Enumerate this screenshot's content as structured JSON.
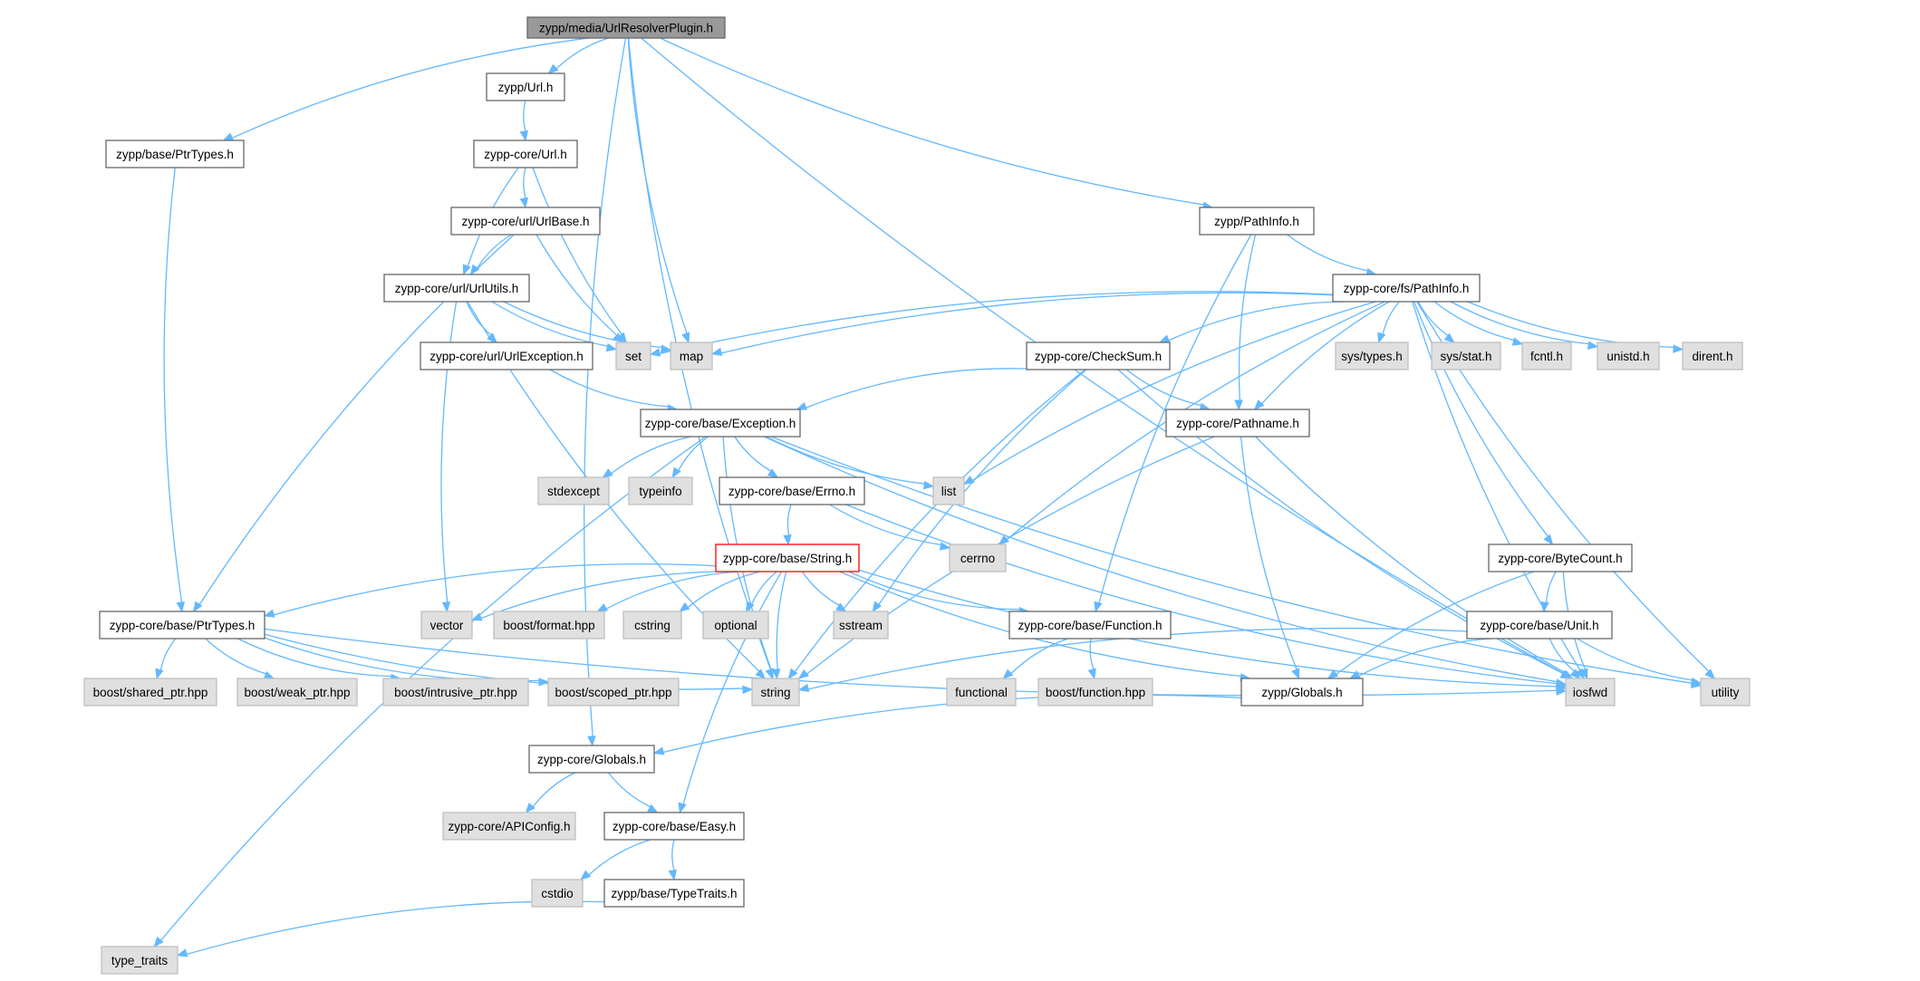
{
  "colors": {
    "edge": "#63b8ff",
    "root_fill": "#999999",
    "root_border": "#666666",
    "header_fill": "#ffffff",
    "header_border": "#666666",
    "system_fill": "#e0e0e0",
    "system_border": "#bfbfbf",
    "missing_border": "#ff0000",
    "text": "#000000"
  },
  "nodes": [
    {
      "id": "root",
      "label": "zypp/media/UrlResolverPlugin.h",
      "kind": "root"
    },
    {
      "id": "url",
      "label": "zypp/Url.h",
      "kind": "header"
    },
    {
      "id": "ptrtypes_base",
      "label": "zypp/base/PtrTypes.h",
      "kind": "header"
    },
    {
      "id": "core_url",
      "label": "zypp-core/Url.h",
      "kind": "header"
    },
    {
      "id": "pathinfo",
      "label": "zypp/PathInfo.h",
      "kind": "header"
    },
    {
      "id": "urlbase",
      "label": "zypp-core/url/UrlBase.h",
      "kind": "header"
    },
    {
      "id": "urlutils",
      "label": "zypp-core/url/UrlUtils.h",
      "kind": "header"
    },
    {
      "id": "fs_pathinfo",
      "label": "zypp-core/fs/PathInfo.h",
      "kind": "header"
    },
    {
      "id": "set",
      "label": "set",
      "kind": "system"
    },
    {
      "id": "map",
      "label": "map",
      "kind": "system"
    },
    {
      "id": "urlexception",
      "label": "zypp-core/url/UrlException.h",
      "kind": "header"
    },
    {
      "id": "checksum",
      "label": "zypp-core/CheckSum.h",
      "kind": "header"
    },
    {
      "id": "systypes",
      "label": "sys/types.h",
      "kind": "system"
    },
    {
      "id": "sysstat",
      "label": "sys/stat.h",
      "kind": "system"
    },
    {
      "id": "fcntl",
      "label": "fcntl.h",
      "kind": "system"
    },
    {
      "id": "unistd",
      "label": "unistd.h",
      "kind": "system"
    },
    {
      "id": "dirent",
      "label": "dirent.h",
      "kind": "system"
    },
    {
      "id": "exception",
      "label": "zypp-core/base/Exception.h",
      "kind": "header"
    },
    {
      "id": "pathname",
      "label": "zypp-core/Pathname.h",
      "kind": "header"
    },
    {
      "id": "stdexcept",
      "label": "stdexcept",
      "kind": "system"
    },
    {
      "id": "typeinfo",
      "label": "typeinfo",
      "kind": "system"
    },
    {
      "id": "errno",
      "label": "zypp-core/base/Errno.h",
      "kind": "header"
    },
    {
      "id": "list",
      "label": "list",
      "kind": "system"
    },
    {
      "id": "cerrno",
      "label": "cerrno",
      "kind": "system"
    },
    {
      "id": "string_h",
      "label": "zypp-core/base/String.h",
      "kind": "missing"
    },
    {
      "id": "bytecount",
      "label": "zypp-core/ByteCount.h",
      "kind": "header"
    },
    {
      "id": "core_ptrtypes",
      "label": "zypp-core/base/PtrTypes.h",
      "kind": "header"
    },
    {
      "id": "vector",
      "label": "vector",
      "kind": "system"
    },
    {
      "id": "boost_format",
      "label": "boost/format.hpp",
      "kind": "system"
    },
    {
      "id": "cstring",
      "label": "cstring",
      "kind": "system"
    },
    {
      "id": "optional",
      "label": "optional",
      "kind": "system"
    },
    {
      "id": "sstream",
      "label": "sstream",
      "kind": "system"
    },
    {
      "id": "function_h",
      "label": "zypp-core/base/Function.h",
      "kind": "header"
    },
    {
      "id": "unit_h",
      "label": "zypp-core/base/Unit.h",
      "kind": "header"
    },
    {
      "id": "boost_shared",
      "label": "boost/shared_ptr.hpp",
      "kind": "system"
    },
    {
      "id": "boost_weak",
      "label": "boost/weak_ptr.hpp",
      "kind": "system"
    },
    {
      "id": "boost_intrusive",
      "label": "boost/intrusive_ptr.hpp",
      "kind": "system"
    },
    {
      "id": "boost_scoped",
      "label": "boost/scoped_ptr.hpp",
      "kind": "system"
    },
    {
      "id": "string",
      "label": "string",
      "kind": "system"
    },
    {
      "id": "functional",
      "label": "functional",
      "kind": "system"
    },
    {
      "id": "boost_function",
      "label": "boost/function.hpp",
      "kind": "system"
    },
    {
      "id": "globals",
      "label": "zypp/Globals.h",
      "kind": "header"
    },
    {
      "id": "iosfwd",
      "label": "iosfwd",
      "kind": "system"
    },
    {
      "id": "utility",
      "label": "utility",
      "kind": "system"
    },
    {
      "id": "core_globals",
      "label": "zypp-core/Globals.h",
      "kind": "header"
    },
    {
      "id": "apiconfig",
      "label": "zypp-core/APIConfig.h",
      "kind": "system"
    },
    {
      "id": "easy",
      "label": "zypp-core/base/Easy.h",
      "kind": "header"
    },
    {
      "id": "cstdio",
      "label": "cstdio",
      "kind": "system"
    },
    {
      "id": "typetraits_h",
      "label": "zypp/base/TypeTraits.h",
      "kind": "header"
    },
    {
      "id": "type_traits",
      "label": "type_traits",
      "kind": "system"
    }
  ],
  "edges": [
    [
      "root",
      "url"
    ],
    [
      "root",
      "ptrtypes_base"
    ],
    [
      "root",
      "core_globals"
    ],
    [
      "root",
      "string"
    ],
    [
      "root",
      "map"
    ],
    [
      "root",
      "pathinfo"
    ],
    [
      "root",
      "iosfwd"
    ],
    [
      "url",
      "core_url"
    ],
    [
      "ptrtypes_base",
      "core_ptrtypes"
    ],
    [
      "core_url",
      "urlbase"
    ],
    [
      "core_url",
      "urlutils"
    ],
    [
      "core_url",
      "set"
    ],
    [
      "urlbase",
      "urlutils"
    ],
    [
      "urlbase",
      "core_ptrtypes"
    ],
    [
      "urlbase",
      "set"
    ],
    [
      "urlutils",
      "set"
    ],
    [
      "urlutils",
      "map"
    ],
    [
      "urlutils",
      "urlexception"
    ],
    [
      "urlutils",
      "vector"
    ],
    [
      "urlutils",
      "string"
    ],
    [
      "urlexception",
      "exception"
    ],
    [
      "pathinfo",
      "fs_pathinfo"
    ],
    [
      "pathinfo",
      "pathname"
    ],
    [
      "pathinfo",
      "function_h"
    ],
    [
      "fs_pathinfo",
      "set"
    ],
    [
      "fs_pathinfo",
      "map"
    ],
    [
      "fs_pathinfo",
      "list"
    ],
    [
      "fs_pathinfo",
      "cerrno"
    ],
    [
      "fs_pathinfo",
      "checksum"
    ],
    [
      "fs_pathinfo",
      "pathname"
    ],
    [
      "fs_pathinfo",
      "systypes"
    ],
    [
      "fs_pathinfo",
      "sysstat"
    ],
    [
      "fs_pathinfo",
      "fcntl"
    ],
    [
      "fs_pathinfo",
      "unistd"
    ],
    [
      "fs_pathinfo",
      "dirent"
    ],
    [
      "fs_pathinfo",
      "bytecount"
    ],
    [
      "fs_pathinfo",
      "iosfwd"
    ],
    [
      "fs_pathinfo",
      "utility"
    ],
    [
      "checksum",
      "exception"
    ],
    [
      "checksum",
      "pathname"
    ],
    [
      "checksum",
      "sstream"
    ],
    [
      "checksum",
      "string"
    ],
    [
      "checksum",
      "iosfwd"
    ],
    [
      "exception",
      "type_traits"
    ],
    [
      "exception",
      "stdexcept"
    ],
    [
      "exception",
      "typeinfo"
    ],
    [
      "exception",
      "errno"
    ],
    [
      "exception",
      "list"
    ],
    [
      "exception",
      "string"
    ],
    [
      "exception",
      "iosfwd"
    ],
    [
      "exception",
      "utility"
    ],
    [
      "pathname",
      "string"
    ],
    [
      "pathname",
      "globals"
    ],
    [
      "pathname",
      "iosfwd"
    ],
    [
      "errno",
      "cerrno"
    ],
    [
      "errno",
      "string_h"
    ],
    [
      "errno",
      "iosfwd"
    ],
    [
      "string_h",
      "core_ptrtypes"
    ],
    [
      "string_h",
      "vector"
    ],
    [
      "string_h",
      "boost_format"
    ],
    [
      "string_h",
      "cstring"
    ],
    [
      "string_h",
      "optional"
    ],
    [
      "string_h",
      "string"
    ],
    [
      "string_h",
      "sstream"
    ],
    [
      "string_h",
      "function_h"
    ],
    [
      "string_h",
      "iosfwd"
    ],
    [
      "string_h",
      "easy"
    ],
    [
      "string_h",
      "globals"
    ],
    [
      "bytecount",
      "unit_h"
    ],
    [
      "bytecount",
      "globals"
    ],
    [
      "bytecount",
      "iosfwd"
    ],
    [
      "unit_h",
      "string"
    ],
    [
      "unit_h",
      "globals"
    ],
    [
      "unit_h",
      "iosfwd"
    ],
    [
      "unit_h",
      "utility"
    ],
    [
      "core_ptrtypes",
      "boost_shared"
    ],
    [
      "core_ptrtypes",
      "boost_weak"
    ],
    [
      "core_ptrtypes",
      "boost_intrusive"
    ],
    [
      "core_ptrtypes",
      "boost_scoped"
    ],
    [
      "core_ptrtypes",
      "string"
    ],
    [
      "core_ptrtypes",
      "iosfwd"
    ],
    [
      "function_h",
      "functional"
    ],
    [
      "function_h",
      "boost_function"
    ],
    [
      "globals",
      "core_globals"
    ],
    [
      "core_globals",
      "apiconfig"
    ],
    [
      "core_globals",
      "easy"
    ],
    [
      "easy",
      "cstdio"
    ],
    [
      "easy",
      "typetraits_h"
    ],
    [
      "typetraits_h",
      "type_traits"
    ]
  ]
}
